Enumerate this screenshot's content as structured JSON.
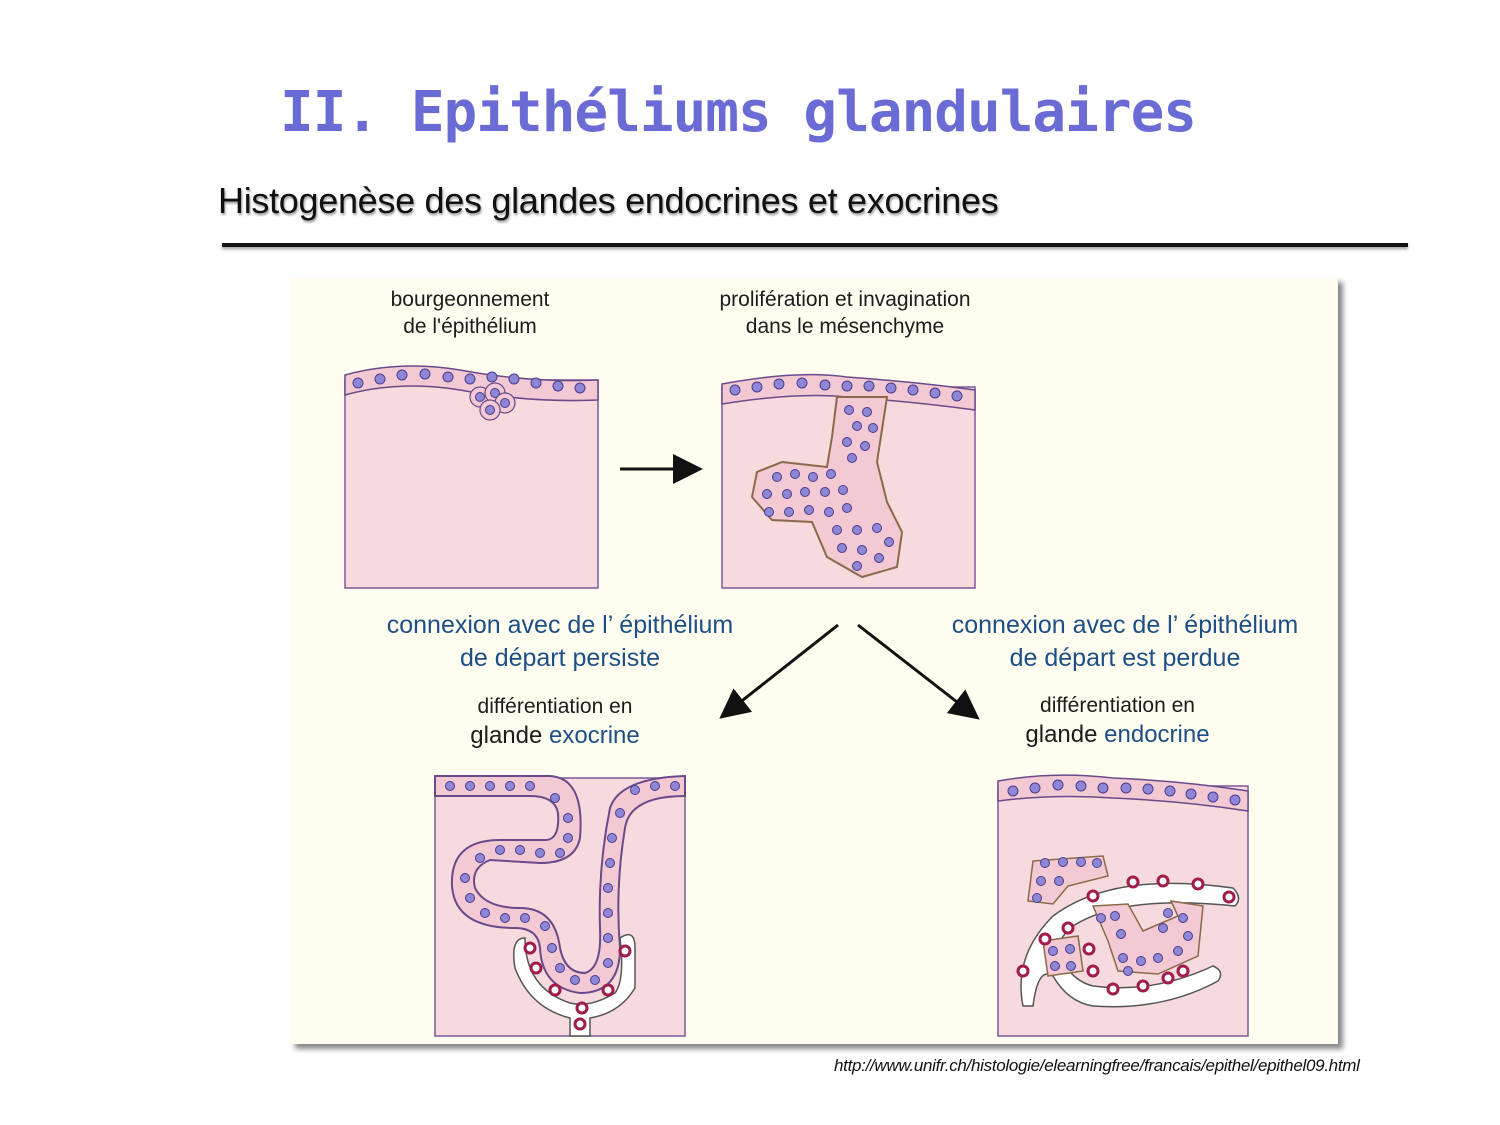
{
  "slide": {
    "title": "II. Epithéliums glandulaires",
    "subtitle": "Histogenèse des glandes endocrines et exocrines",
    "source_url": "http://www.unifr.ch/histologie/elearningfree/francais/epithel/epithel09.html"
  },
  "diagram": {
    "stage1": {
      "line1": "bourgeonnement",
      "line2": "de l'épithélium"
    },
    "stage2": {
      "line1": "prolifération et invagination",
      "line2": "dans le mésenchyme"
    },
    "left_branch": {
      "condition_line1": "connexion avec de l’ épithélium",
      "condition_line2": "de départ persiste",
      "result_line1": "différentiation en",
      "result_prefix": "glande ",
      "result_type": "exocrine"
    },
    "right_branch": {
      "condition_line1": "connexion avec de l’ épithélium",
      "condition_line2": "de départ est perdue",
      "result_line1": "différentiation en",
      "result_prefix": "glande ",
      "result_type": "endocrine"
    },
    "colors": {
      "panel_bg": "#fefdf0",
      "tissue_pink": "#f7dadd",
      "cell_pink": "#f3c9d4",
      "nucleus": "#8f87d6",
      "vessel_cell": "#a11b4b",
      "title_blue": "#6b6bd6",
      "label_blue": "#1d4f86"
    }
  }
}
